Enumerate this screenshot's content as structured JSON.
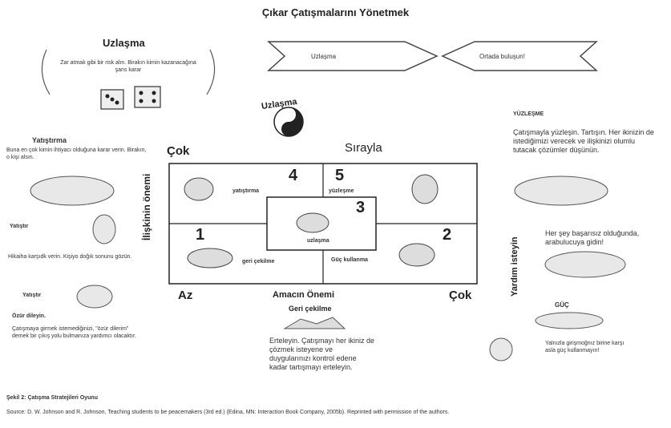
{
  "title": "Çıkar Çatışmalarını Yönetmek",
  "uzlasma_block": {
    "heading": "Uzlaşma",
    "note": "Zar atmak gibi bir risk alın. Birakın kimin kazanacağına şans karar"
  },
  "arrows": {
    "left_label": "Uzlaşma",
    "right_label": "Ortada buluşun!"
  },
  "yinyang_label": "Uzlaşma",
  "left_column": {
    "yatistirma_heading": "Yatıştırma",
    "yatistirma_text": "Buna en çok kimin ihtiyacı olduğuna karar verin. Birakın, o kişi alsın.",
    "yatistir_heading": "Yatıştır",
    "yatistir_text": "Hikaiha karşıdk verin. Kişiyo doğık sonunu gözün.",
    "yatistir2_heading": "Yatıştır",
    "ozur_heading": "Özür dileyin.",
    "ozur_text": "Çatışmaya girmek istemediğinizi, \"özür dilerim\" demek bir çıkış yolu bulmanıza yardımcı olacaktır."
  },
  "right_column": {
    "yuzlesme_heading": "YÜZLEŞME",
    "yuzlesme_text": "Çatışmayla yüzleşin. Tartışın. Her ikinizin de istediğimizi verecek ve ilişkinizi olumlu tutacak çözümler düşünün.",
    "yardim_text": "Her şey başarısız olduğunda, arabulucuya gidin!",
    "yardim_label": "Yardım isteyin",
    "guc_heading": "GÜÇ",
    "guc_text": "Yalnızla girişmoğnız birine karşı asla güç kullanmayın!"
  },
  "grid": {
    "top_left": "Çok",
    "top_center": "Sırayla",
    "left_axis": "İlişkinin önemi",
    "bottom_left": "Az",
    "bottom_center": "Amacın Önemi",
    "bottom_right": "Çok",
    "cells": [
      {
        "num": "4",
        "label": "yatıştırma"
      },
      {
        "num": "5",
        "label": "yüzleşme"
      },
      {
        "num": "3",
        "label": "uzlaşma"
      },
      {
        "num": "1",
        "label": "geri çekilme"
      },
      {
        "num": "2",
        "label": "Güç kullanma"
      }
    ]
  },
  "geri_cekilme": {
    "heading": "Geri çekilme",
    "text": "Erteleyin. Çatışmayı her ikiniz de çözmek isteyene ve duygularınızı kontrol edene kadar tartışmayı erteleyin."
  },
  "caption": "Şekil 2: Çatışma Stratejileri Oyunu",
  "source": "Source: D. W. Johnson and R. Johnson, Teaching students to be peacemakers (3rd ed.) (Edina, MN: Interaction Book Company, 2005b). Reprinted with permission of the authors."
}
